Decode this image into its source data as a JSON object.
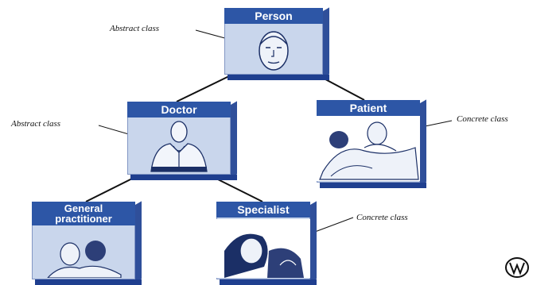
{
  "nodes": {
    "person": {
      "title": "Person"
    },
    "doctor": {
      "title": "Doctor"
    },
    "patient": {
      "title": "Patient"
    },
    "general_practitioner": {
      "title_line1": "General",
      "title_line2": "practitioner"
    },
    "specialist": {
      "title": "Specialist"
    }
  },
  "annotations": {
    "person": "Abstract class",
    "doctor": "Abstract class",
    "patient": "Concrete class",
    "specialist": "Concrete class"
  },
  "colors": {
    "box_face": "#c9d6ec",
    "box_title": "#2d56a6",
    "box_side": "#2f4f9a",
    "line": "#111111"
  },
  "icons": {
    "logo": "wiley-logo-icon"
  }
}
